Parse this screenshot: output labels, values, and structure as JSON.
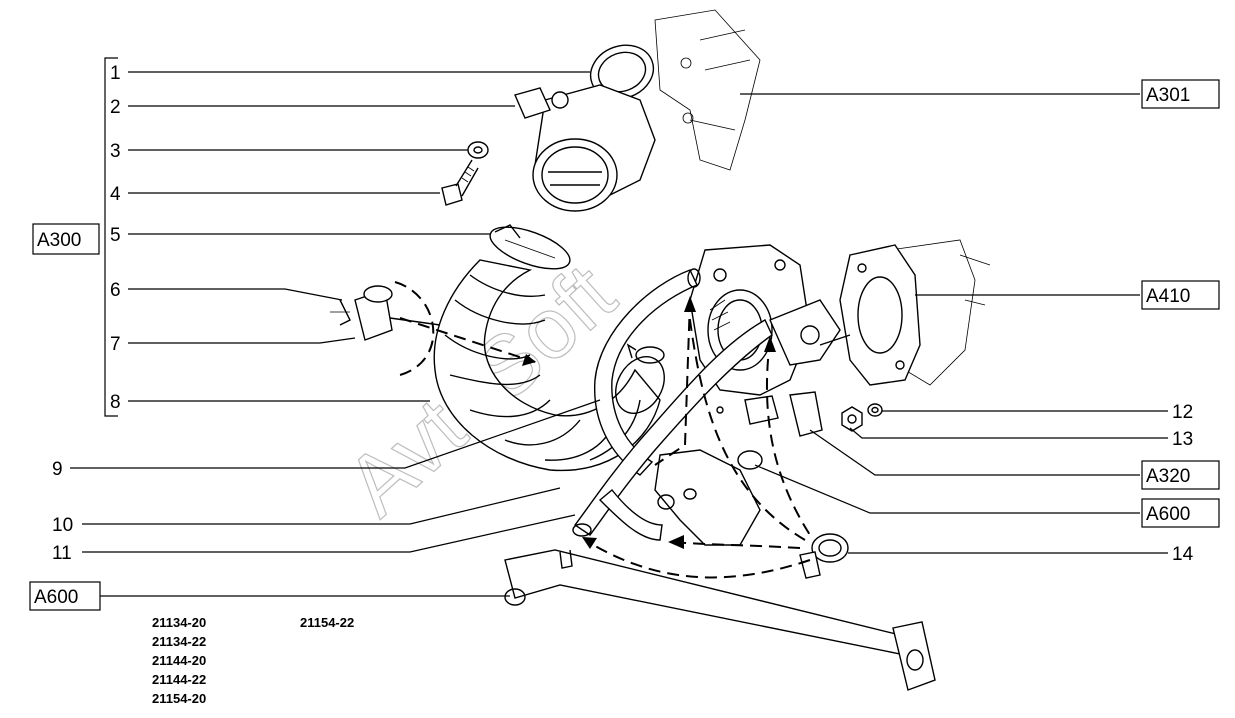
{
  "callouts": {
    "c1": "1",
    "c2": "2",
    "c3": "3",
    "c4": "4",
    "c5": "5",
    "c6": "6",
    "c7": "7",
    "c8": "8",
    "c9": "9",
    "c10": "10",
    "c11": "11",
    "c12": "12",
    "c13": "13",
    "c14": "14"
  },
  "boxes": {
    "A300": "A300",
    "A301": "A301",
    "A410": "A410",
    "A320": "A320",
    "A600_right": "A600",
    "A600_left": "A600"
  },
  "models": {
    "col1": [
      "21134-20",
      "21134-22",
      "21144-20",
      "21144-22",
      "21154-20"
    ],
    "col2": [
      "21154-22"
    ]
  },
  "watermark": "AvtoSoft"
}
